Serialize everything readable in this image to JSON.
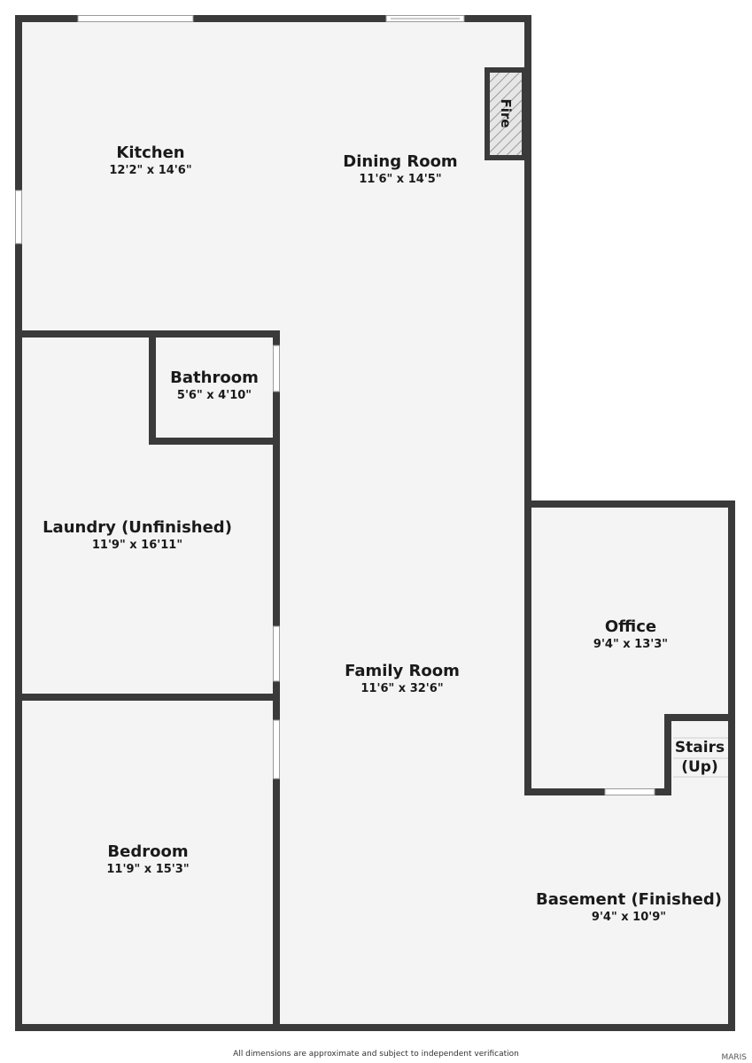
{
  "rooms": {
    "kitchen": {
      "name": "Kitchen",
      "dims": "12'2\" x 14'6\""
    },
    "dining": {
      "name": "Dining Room",
      "dims": "11'6\" x 14'5\""
    },
    "bathroom": {
      "name": "Bathroom",
      "dims": "5'6\" x 4'10\""
    },
    "laundry": {
      "name": "Laundry (Unfinished)",
      "dims": "11'9\" x 16'11\""
    },
    "family": {
      "name": "Family Room",
      "dims": "11'6\" x 32'6\""
    },
    "office": {
      "name": "Office",
      "dims": "9'4\" x 13'3\""
    },
    "stairs": {
      "name_line1": "Stairs",
      "name_line2": "(Up)"
    },
    "bedroom": {
      "name": "Bedroom",
      "dims": "11'9\" x 15'3\""
    },
    "basement": {
      "name": "Basement (Finished)",
      "dims": "9'4\" x 10'9\""
    }
  },
  "fireplace": {
    "label": "Fire"
  },
  "footer": {
    "note": "All dimensions are approximate and subject to independent verification"
  },
  "watermark": {
    "text": "MARIS"
  },
  "colors": {
    "wall": "#3a3a3a",
    "floor": "#f4f4f4",
    "window": "#ffffff",
    "hatch": "#9a9a9a"
  }
}
